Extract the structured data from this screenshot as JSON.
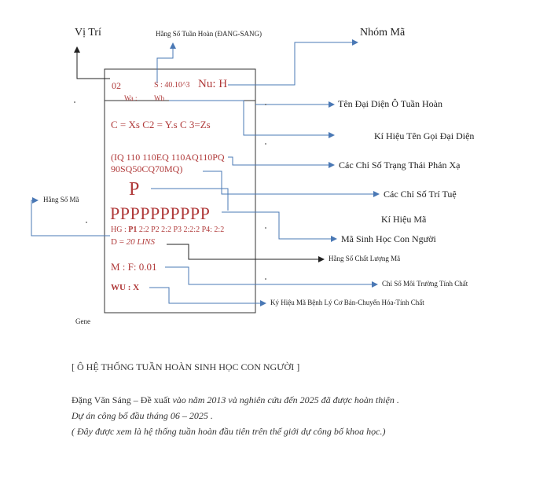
{
  "top_labels": {
    "vi_tri": "Vị Trí",
    "hang_so_tuan_hoan": "Hằng Số Tuần Hoàn (ĐANG-SANG)",
    "nhom_ma": "Nhóm Mã"
  },
  "cell": {
    "position_number": "02",
    "s_value": "S : 40.10^3",
    "nu": "Nu: H",
    "wa": "Wa :",
    "wb": "Wb",
    "formula": "C = Xs C2 = Y.s C 3=Zs",
    "iq_line1": "(IQ 110 110EQ 110AQ110PQ",
    "iq_line2": "90SQ50CQ70MQ)",
    "p_symbol": "P",
    "p_code": "PPPPPPPPPP",
    "hg_prefix": "HG : ",
    "hg_p1": "P1",
    "hg_rest": " 2:2 P2 2:2 P3 2:2:2 P4: 2:2",
    "d_prefix": "D = ",
    "d_value": "20 LINS",
    "mf": "M : F: 0.01",
    "wu": "WU : X",
    "gene": "Gene"
  },
  "right_labels": {
    "ten_dai_dien": "Tên Đại Diện Ô Tuần Hoàn",
    "ki_hieu_ten": "Kí Hiệu Tên Gọi Đại Diện",
    "chi_so_trang_thai": "Các Chỉ Số Trạng Thái Phản Xạ",
    "chi_so_tri_tue": "Các Chỉ Số Trí Tuệ",
    "ki_hieu_ma": "Kí Hiệu Mã",
    "ma_sinh_hoc": "Mã Sinh Học Con Người",
    "hang_so_chat_luong": "Hằng Số Chất Lượng Mã",
    "chi_so_moi_truong": "Chỉ Số Môi Trường Tính Chất",
    "ky_hieu_benh_ly": "Ký Hiệu Mã Bệnh Lý Cơ Bản-Chuyển Hóa-Tính Chất"
  },
  "left_labels": {
    "hang_so_ma": "Hằng Số Mã"
  },
  "footer": {
    "title": "[ Ô HỆ THỐNG TUẦN HOÀN SINH HỌC CON NGƯỜI ]",
    "author": "Đặng Văn Sáng",
    "dash": " – ",
    "proposed": "Đề xuất",
    "line1_rest": " vào năm 2013 và nghiên cứu đến 2025 đã được hoàn thiện .",
    "line2": "Dự án công bố đầu tháng 06 – 2025 .",
    "line3": "( Đây được xem là hệ thống tuần hoàn đầu tiên trên thế giới dự công bố khoa học.)"
  },
  "colors": {
    "line_blue": "#4a78b5",
    "cell_red": "#b03a3a",
    "text_dark": "#222222"
  }
}
